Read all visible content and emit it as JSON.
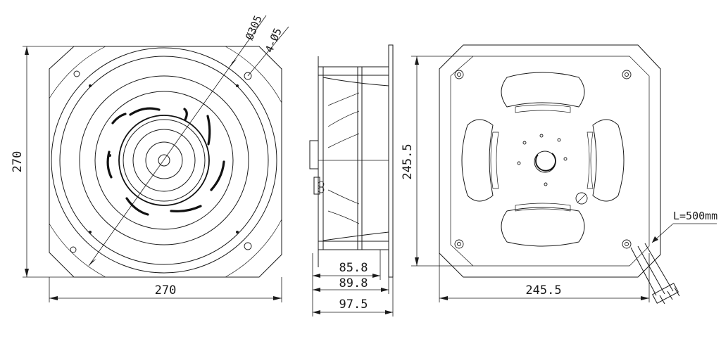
{
  "front_view": {
    "width_label": "270",
    "height_label": "270",
    "diameter_label": "Ø305",
    "holes_label": "4-Ø5"
  },
  "side_view": {
    "depth_1": "85.8",
    "depth_2": "89.8",
    "depth_3": "97.5"
  },
  "rear_view": {
    "width_label": "245.5",
    "height_label": "245.5",
    "cable_label": "L=500mm"
  }
}
